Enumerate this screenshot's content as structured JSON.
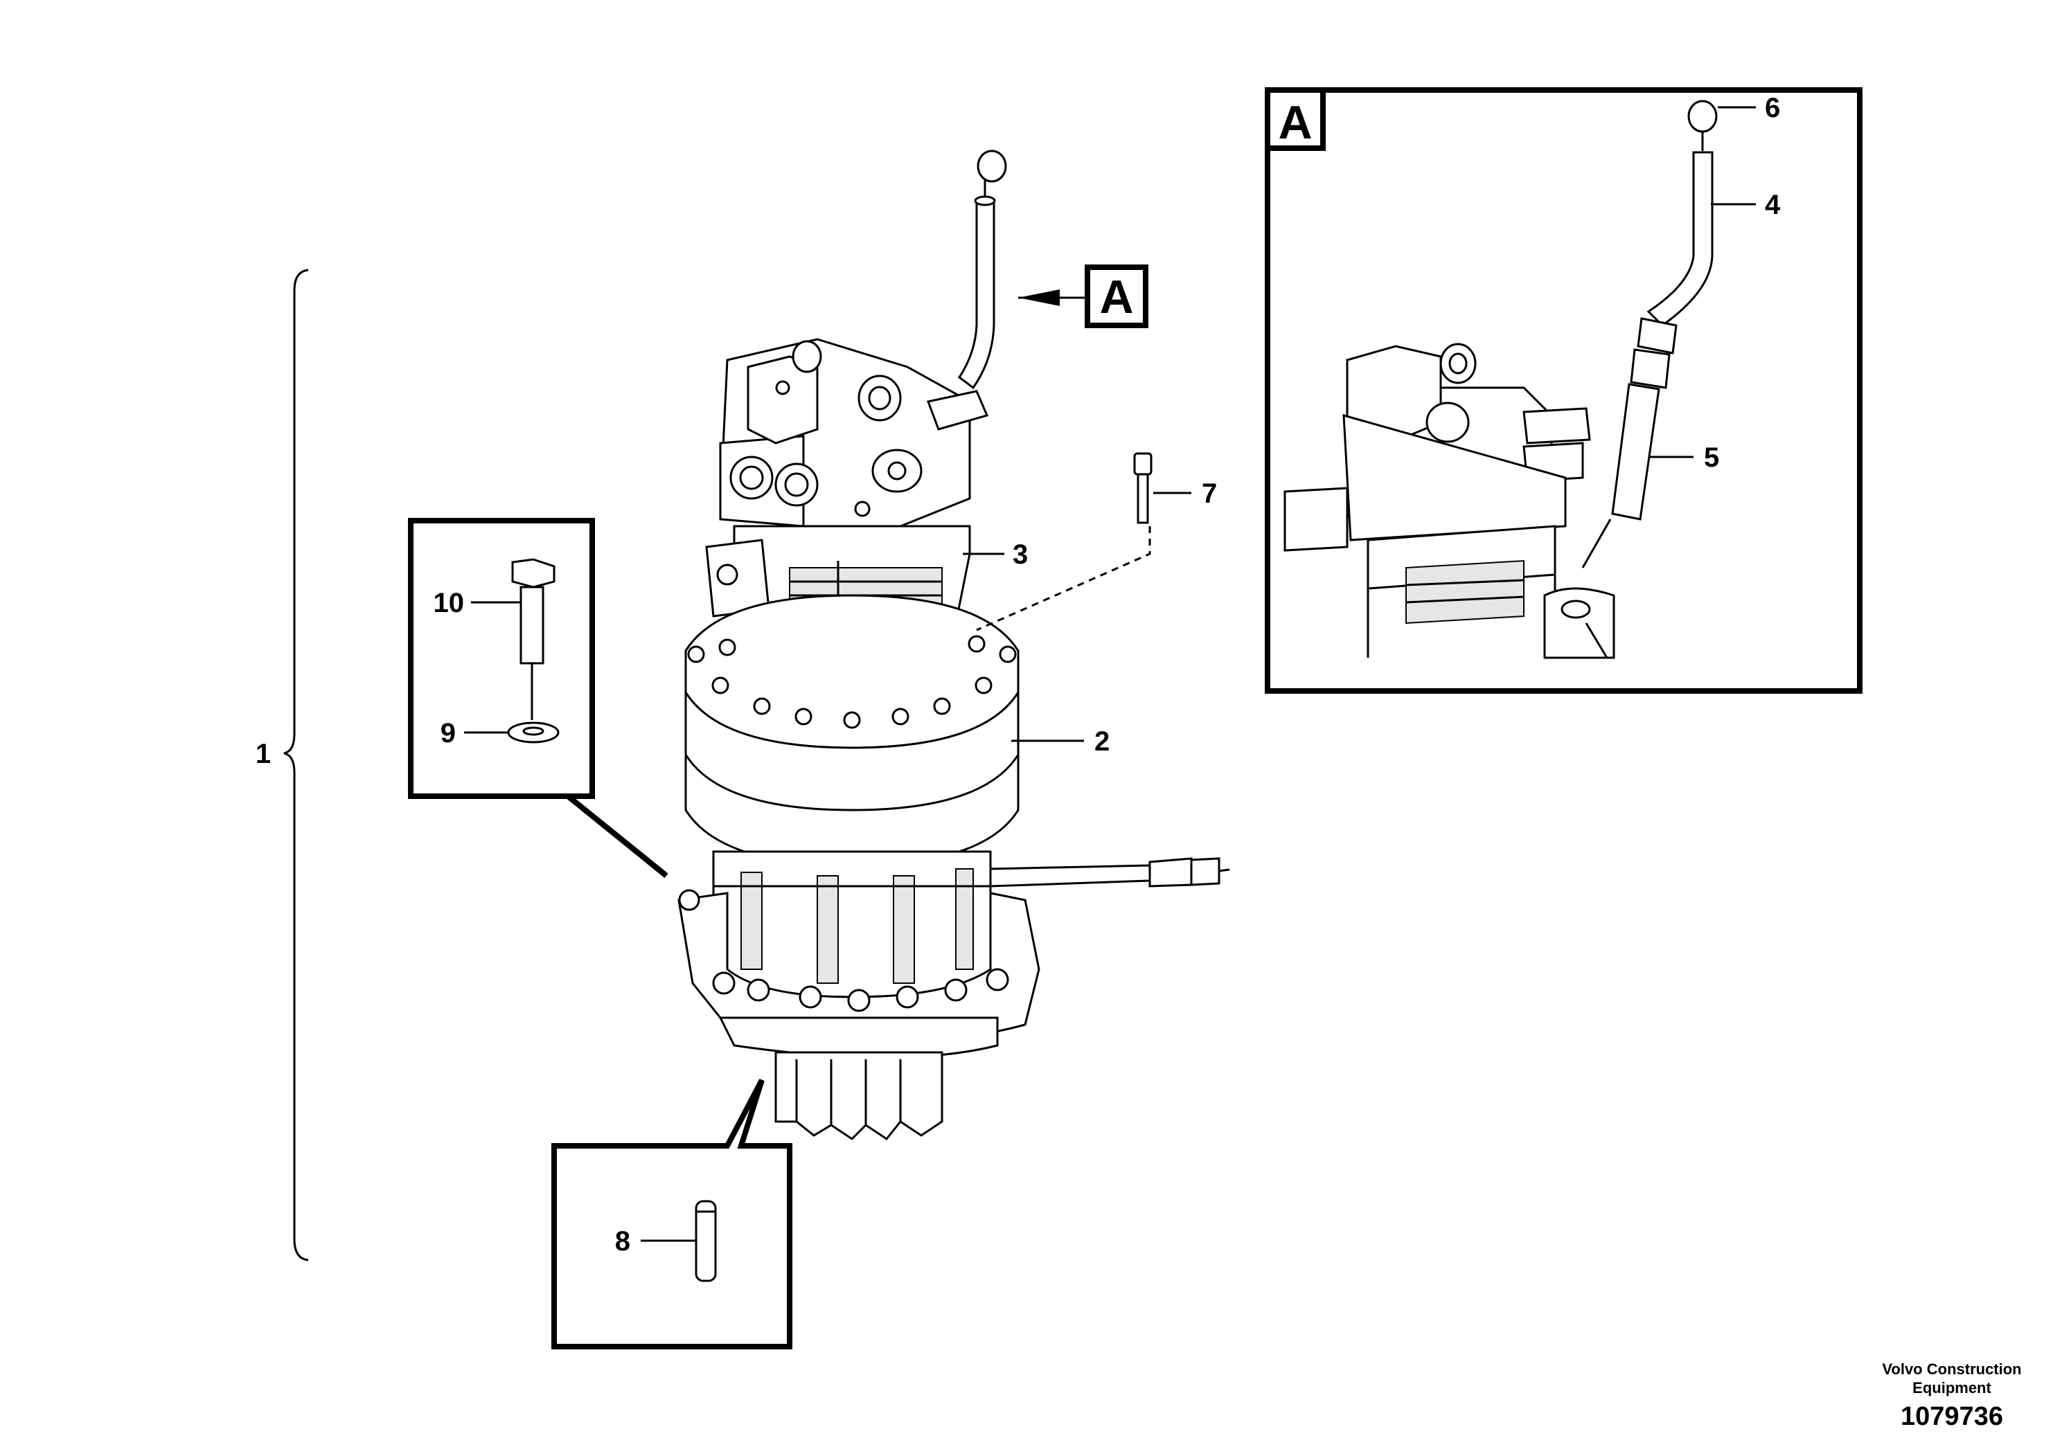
{
  "detail_label": "A",
  "callouts": {
    "c1": "1",
    "c2": "2",
    "c3": "3",
    "c4": "4",
    "c5": "5",
    "c6": "6",
    "c7": "7",
    "c8": "8",
    "c9": "9",
    "c10": "10"
  },
  "credit": {
    "line1": "Volvo Construction",
    "line2": "Equipment",
    "part_number": "1079736"
  }
}
